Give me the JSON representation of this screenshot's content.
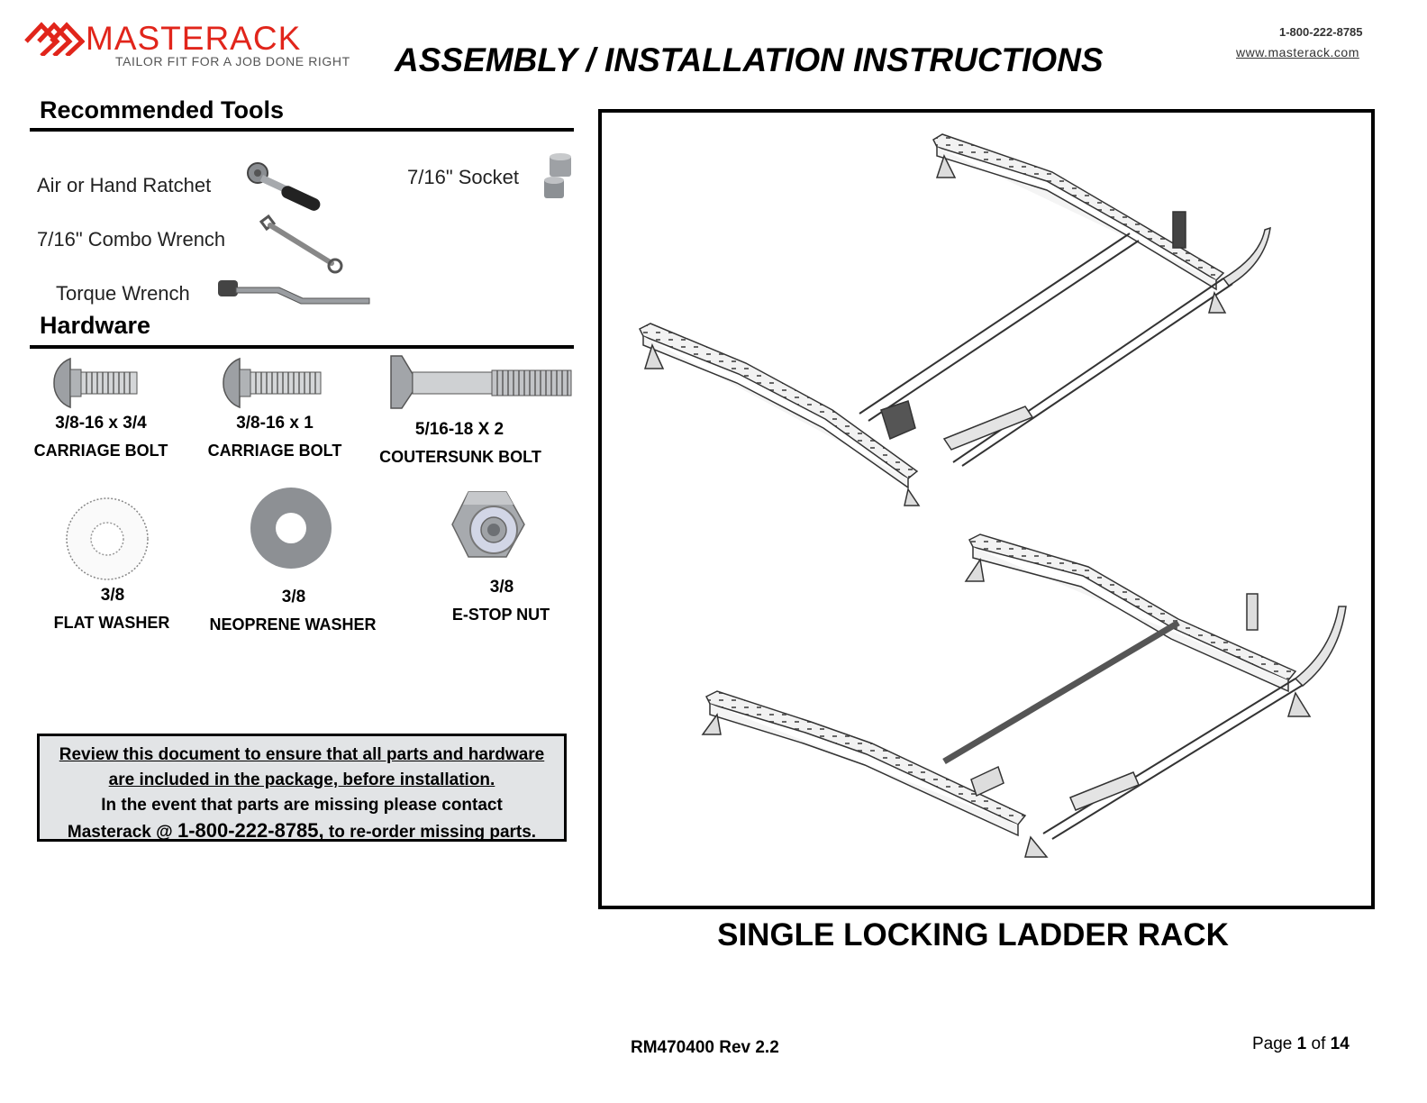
{
  "header": {
    "logo_text": "MASTERACK",
    "tagline": "TAILOR FIT FOR A JOB DONE RIGHT",
    "title": "ASSEMBLY / INSTALLATION INSTRUCTIONS",
    "phone": "1-800-222-8785",
    "website": "www.masterack.com"
  },
  "tools": {
    "title": "Recommended Tools",
    "items": [
      {
        "label": "Air or Hand Ratchet",
        "icon": "ratchet-icon"
      },
      {
        "label": "7/16\" Combo Wrench",
        "icon": "combo-wrench-icon"
      },
      {
        "label": "Torque Wrench",
        "icon": "torque-wrench-icon"
      },
      {
        "label": "7/16\" Socket",
        "icon": "socket-icon"
      }
    ]
  },
  "hardware": {
    "title": "Hardware",
    "items": [
      {
        "size": "3/8-16 x 3/4",
        "name": "CARRIAGE BOLT",
        "icon": "carriage-bolt-icon"
      },
      {
        "size": "3/8-16 x 1",
        "name": "CARRIAGE BOLT",
        "icon": "carriage-bolt-icon"
      },
      {
        "size": "5/16-18 X 2",
        "name": "COUTERSUNK BOLT",
        "icon": "countersunk-bolt-icon"
      },
      {
        "size": "3/8",
        "name": "FLAT WASHER",
        "icon": "flat-washer-icon"
      },
      {
        "size": "3/8",
        "name": "NEOPRENE WASHER",
        "icon": "neoprene-washer-icon"
      },
      {
        "size": "3/8",
        "name": "E-STOP NUT",
        "icon": "estop-nut-icon"
      }
    ]
  },
  "notice": {
    "line1": "Review this document to ensure that all parts and hardware",
    "line2": "are included in the package, before installation.",
    "line3": "In the event that parts are missing please contact",
    "line4_pre": "Masterack @ ",
    "line4_phone": "1-800-222-8785,",
    "line4_post": " to re-order missing parts."
  },
  "product": {
    "title": "SINGLE LOCKING LADDER RACK"
  },
  "footer": {
    "doc_number": "RM470400 Rev 2.2",
    "page_word": "Page ",
    "page_current": "1",
    "page_of": " of ",
    "page_total": "14"
  },
  "colors": {
    "brand_red": "#e1251b",
    "notice_bg": "#e2e4e6"
  }
}
